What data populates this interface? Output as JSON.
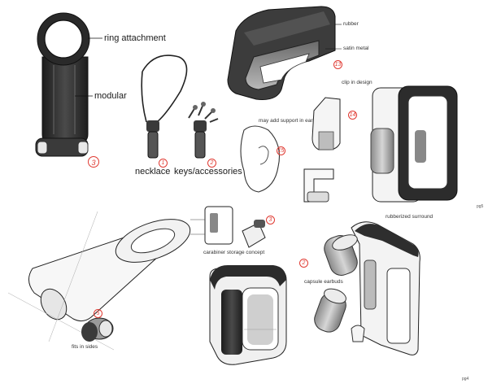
{
  "labels": {
    "ring_attachment": "ring attachment",
    "modular": "modular",
    "necklace": "necklace",
    "keys_accessories": "keys/accessories",
    "rubber": "rubber",
    "satin_metal": "satin metal",
    "clip_in_design": "clip in design",
    "may_add_support": "may add support in ear",
    "fits_in_sides": "fits in sides",
    "carabiner_storage": "carabiner storage concept",
    "rubberized_surround": "rubberized surround",
    "capsule_earbuds": "capsule earbuds",
    "pg5": "pg5",
    "pg4": "pg4"
  },
  "numbers": {
    "n_ring": "3",
    "n_necklace": "1",
    "n_keys": "2",
    "n_carabiner": "13",
    "n_clip": "14",
    "n_ear": "15",
    "n_fits": "5",
    "n_storage": "3",
    "n_capsule": "2"
  },
  "colors": {
    "ink": "#1a1a1a",
    "red_marker": "#e03a32",
    "rubber_dark": "#2e2e2e",
    "metal_grey": "#9a9a9a",
    "light_grey": "#d8d8d8"
  }
}
